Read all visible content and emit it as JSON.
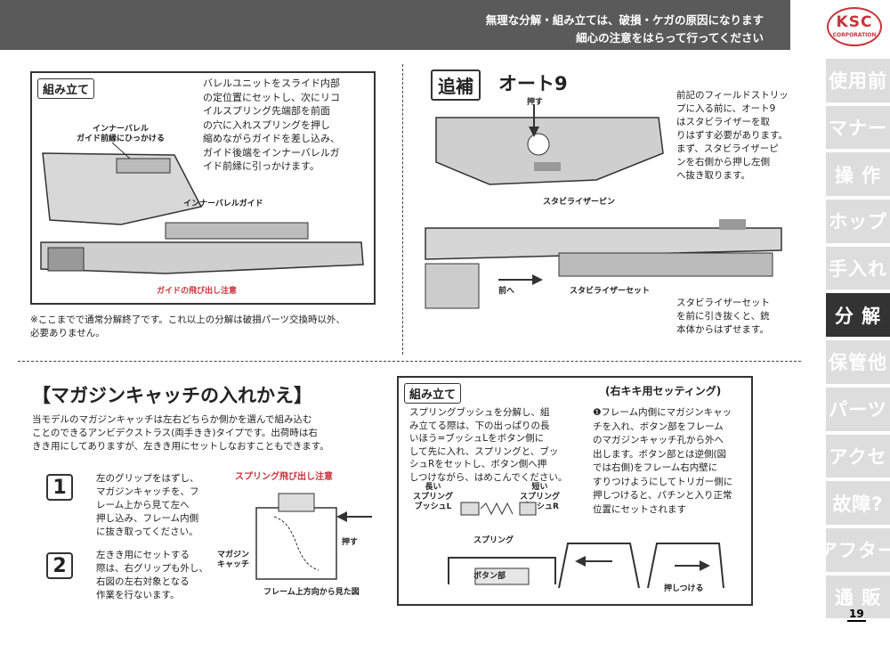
{
  "header": {
    "line1": "無理な分解・組み立ては、破損・ケガの原因になります",
    "line2": "細心の注意をはらって行ってください"
  },
  "logo": {
    "main": "KSC",
    "sub": "CORPORATION"
  },
  "side_tabs": [
    {
      "label": "使用前"
    },
    {
      "label": "マナー"
    },
    {
      "label": "操 作"
    },
    {
      "label": "ホップ"
    },
    {
      "label": "手入れ"
    },
    {
      "label": "分 解",
      "active": true
    },
    {
      "label": "保管他"
    },
    {
      "label": "パーツ"
    },
    {
      "label": "アクセ"
    },
    {
      "label": "故障?"
    },
    {
      "label": "アフター"
    },
    {
      "label": "通 販"
    }
  ],
  "page_number": "19",
  "assembly": {
    "tag": "組み立て",
    "text": "バレルユニットをスライド内部\nの定位置にセットし、次にリコ\nイルスプリング先端部を前面\nの穴に入れスプリングを押し\n縮めながらガイドを差し込み、\nガイド後端をインナーバレルガ\nイド前縁に引っかけます。",
    "label_inner": "インナーバレル\nガイド前縁にひっかける",
    "label_guide": "インナーバレルガイド",
    "warning": "ガイドの飛び出し注意"
  },
  "note": "※ここまでで通常分解終了です。これ以上の分解は破損パーツ交換時以外、\n必要ありません。",
  "auto9": {
    "tag": "追補",
    "title": "オート9",
    "text1": "前記のフィールドストリッ\nプに入る前に、オート9\nはスタビライザーを取\nりはずす必要があります。\nまず、スタビライザーピ\nンを右側から押し左側\nへ抜き取ります。",
    "label_push": "押す",
    "label_pin": "スタビライザーピン",
    "label_front": "前へ",
    "label_set": "スタビライザーセット",
    "text2": "スタビライザーセット\nを前に引き抜くと、銃\n本体からはずせます。"
  },
  "magazine": {
    "title": "【マガジンキャッチの入れかえ】",
    "intro": "当モデルのマガジンキャッチは左右どちらか側かを選んで組み込む\nことのできるアンビデクストラス(両手きき)タイプです。出荷時は右\nきき用にしてありますが、左きき用にセットしなおすこともできます。",
    "step1_num": "1",
    "step1": "左のグリップをはずし、\nマガジンキャッチを、フ\nレーム上から見て左へ\n押し込み、フレーム内側\nに抜き取ってください。",
    "step2_num": "2",
    "step2": "左きき用にセットする\n際は、右グリップも外し、\n右図の左右対象となる\n作業を行ないます。",
    "warning": "スプリング飛び出し注意",
    "label_catch": "マガジン\nキャッチ",
    "label_push": "押す",
    "caption": "フレーム上方向から見た図"
  },
  "assembly2": {
    "tag": "組み立て",
    "heading": "(右キキ用セッティング)",
    "text1": "スプリングブッシュを分解し、組\nみ立てる際は、下の出っぱりの長\nいほう=ブッシュLをボタン側に\nして先に入れ、スプリングと、ブッ\nシュRをセットし、ボタン側へ押\nしつけながら、はめこんでください。",
    "text2": "❶フレーム内側にマガジンキャッ\nチを入れ、ボタン部をフレーム\nのマガジンキャッチ孔から外へ\n出します。ボタン部とは逆側(図\nでは右側)をフレーム右内壁に\nすりつけようにしてトリガー側に\n押しつけると、パチンと入り正常\n位置にセットされます",
    "label_long": "長い\nスプリング\nブッシュL",
    "label_short": "短い\nスプリング\nブッシュR",
    "label_spring": "スプリング",
    "label_button": "ボタン部",
    "label_press": "押しつける"
  },
  "colors": {
    "header": "#5a5a5a",
    "accent_red": "#c8333b",
    "tab_active": "#333333",
    "tab_inactive": "#dddddd"
  },
  "icons": [
    "gun-illustration",
    "stabilizer-illustration",
    "magazine-catch-illustration",
    "arrow-icon"
  ]
}
